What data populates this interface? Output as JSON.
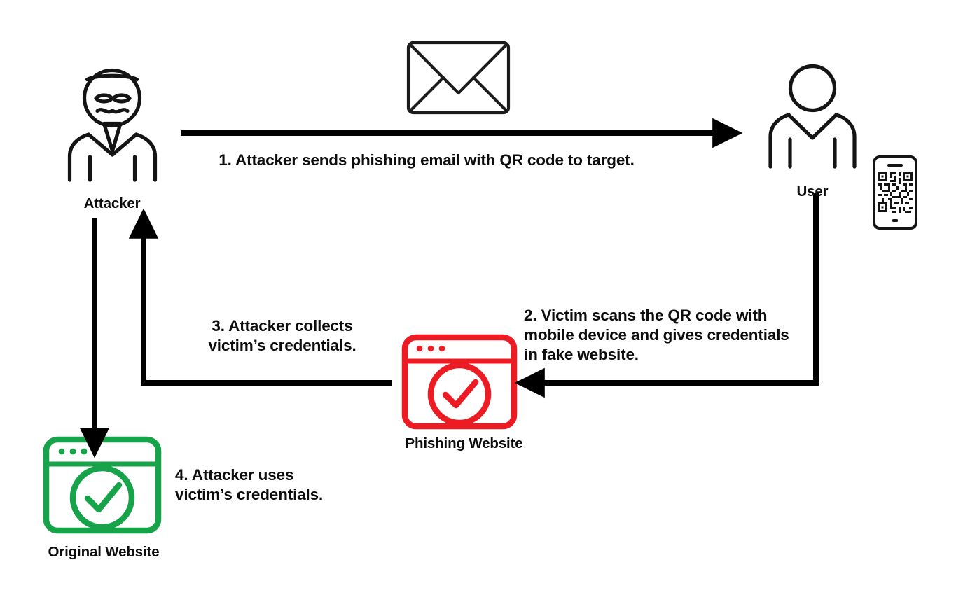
{
  "diagram": {
    "title": "QR code phishing (quishing) attack flow",
    "background_color": "#ffffff",
    "line_color": "#000000",
    "phishing_color": "#ED1C24",
    "original_color": "#16A34A"
  },
  "nodes": {
    "attacker": {
      "label": "Attacker",
      "icon": "masked-person-icon"
    },
    "user": {
      "label": "User",
      "icon": "person-icon"
    },
    "phone": {
      "icon": "mobile-phone-qr-code-icon"
    },
    "email": {
      "icon": "envelope-icon"
    },
    "phishing_website": {
      "label": "Phishing Website",
      "icon": "browser-window-check-icon",
      "color": "#ED1C24"
    },
    "original_website": {
      "label": "Original Website",
      "icon": "browser-window-check-icon",
      "color": "#16A34A"
    }
  },
  "steps": [
    {
      "number": "1",
      "text": "1. Attacker sends phishing email with QR code to target.",
      "from": "attacker",
      "to": "user"
    },
    {
      "number": "2",
      "text": "2. Victim scans the QR code with\nmobile device and gives credentials\nin fake website.",
      "from": "user",
      "to": "phishing_website"
    },
    {
      "number": "3",
      "text": "3. Attacker collects\nvictim’s credentials.",
      "from": "phishing_website",
      "to": "attacker"
    },
    {
      "number": "4",
      "text": "4. Attacker uses\nvictim’s credentials.",
      "from": "attacker",
      "to": "original_website"
    }
  ]
}
